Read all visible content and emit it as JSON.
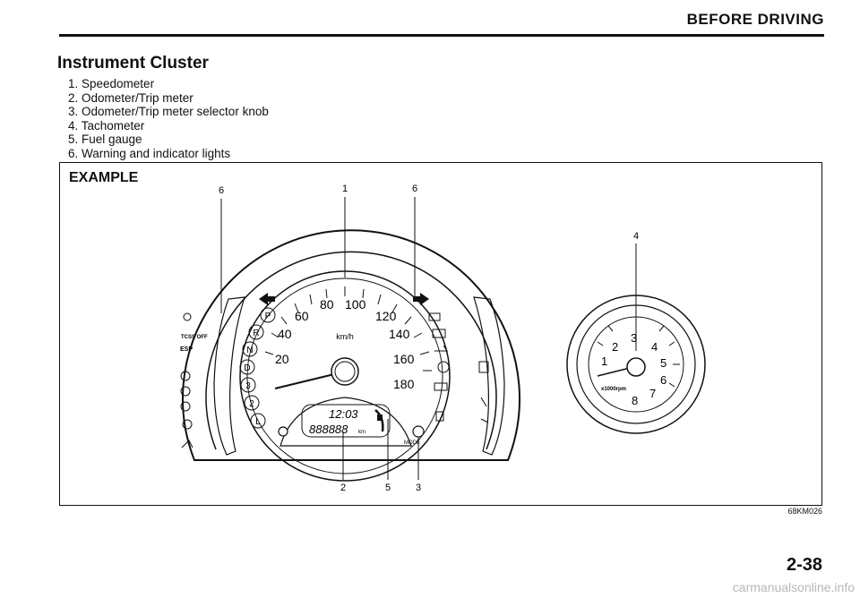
{
  "header": {
    "section_title": "BEFORE DRIVING"
  },
  "section": {
    "title": "Instrument Cluster"
  },
  "legend": [
    "1. Speedometer",
    "2. Odometer/Trip meter",
    "3. Odometer/Trip meter selector knob",
    "4. Tachometer",
    "5. Fuel gauge",
    "6. Warning and indicator lights"
  ],
  "figure": {
    "label": "EXAMPLE",
    "callouts": {
      "c6a": "6",
      "c1": "1",
      "c6b": "6",
      "c4": "4",
      "c2": "2",
      "c5": "5",
      "c3": "3"
    },
    "speedo": {
      "ticks": [
        "20",
        "40",
        "60",
        "80",
        "100",
        "120",
        "140",
        "160",
        "180"
      ],
      "unit": "km/h",
      "gear_letters": [
        "P",
        "R",
        "N",
        "D",
        "3",
        "2",
        "L"
      ],
      "clock": "12:03",
      "odometer": "888888",
      "odo_unit": "km",
      "mode_label": "MODE",
      "warning_texts": [
        "TCSS OFF",
        "ESP"
      ]
    },
    "tacho": {
      "ticks": [
        "1",
        "2",
        "3",
        "4",
        "5",
        "6",
        "7",
        "8"
      ],
      "unit": "x1000rpm"
    },
    "code": "68KM026"
  },
  "page": {
    "number": "2-38"
  },
  "watermark": "carmanualsonline.info"
}
